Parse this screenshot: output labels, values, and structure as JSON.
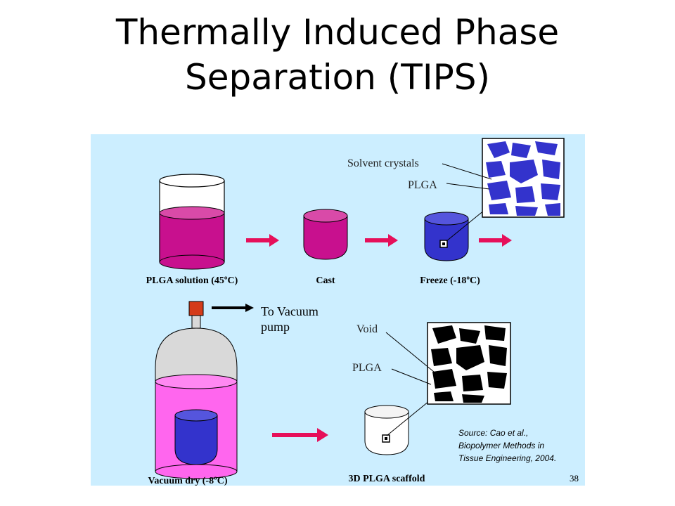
{
  "slide": {
    "title_line1": "Thermally Induced Phase",
    "title_line2": "Separation (TIPS)"
  },
  "diagram": {
    "steps": {
      "solution": "PLGA solution (45ºC)",
      "cast": "Cast",
      "freeze": "Freeze (-18ºC)",
      "vacuum_dry": "Vacuum dry (-8ºC)",
      "scaffold": "3D PLGA scaffold"
    },
    "callouts": {
      "solvent_crystals": "Solvent crystals",
      "plga_top": "PLGA",
      "void": "Void",
      "plga_bottom": "PLGA",
      "vacuum_line1": "To Vacuum",
      "vacuum_line2": "pump"
    },
    "source": {
      "line1": "Source: Cao et al.,",
      "line2": "Biopolymer Methods in",
      "line3": "Tissue Engineering, 2004."
    },
    "page_number": "38",
    "colors": {
      "background": "#cceeff",
      "solution": "#c8108e",
      "frozen": "#3333cc",
      "arrow": "#e60f5a",
      "vacuum_liquid": "#ff66ee",
      "cap": "#d43b1a"
    }
  }
}
